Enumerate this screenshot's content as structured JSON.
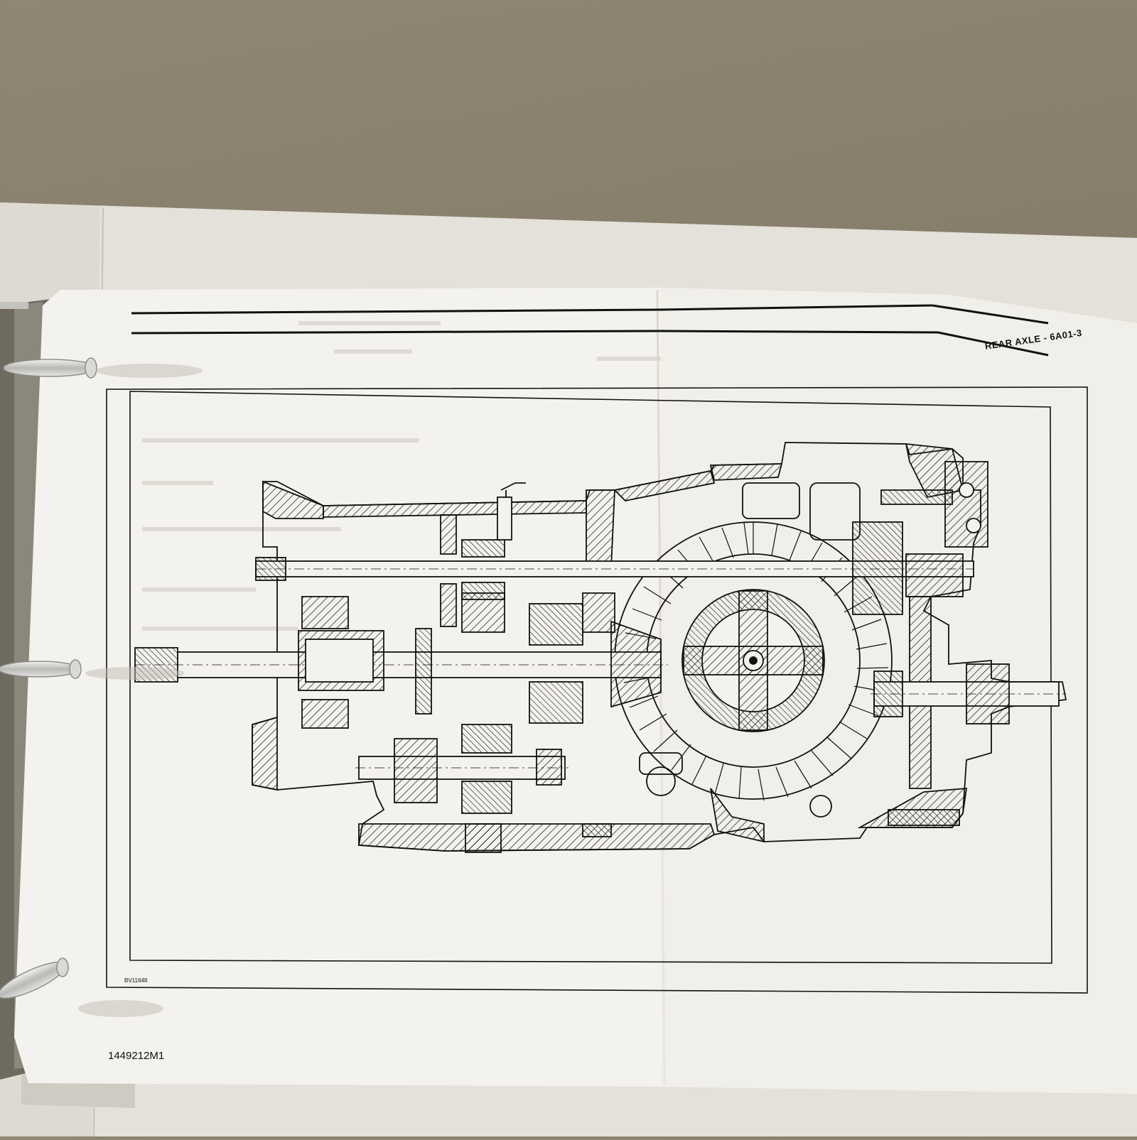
{
  "photo": {
    "subject": "binder-open-to-foldout-diagram",
    "colors": {
      "background": "#8a8270",
      "binder": "#e6e3dc",
      "paper": "#f4f2ee",
      "ink": "#111111",
      "ring": "#c9c9c6"
    }
  },
  "page": {
    "header_title": "REAR AXLE - 6A01-3",
    "drawing_code": "BV11648",
    "part_number": "1449212M1"
  }
}
